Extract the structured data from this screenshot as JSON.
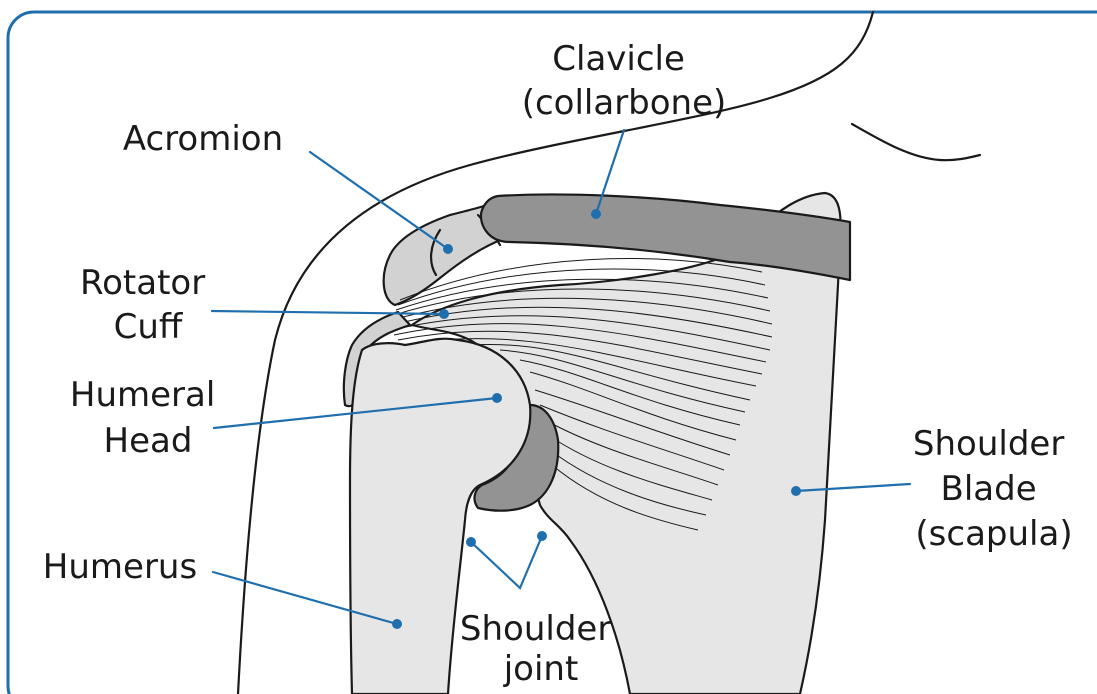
{
  "colors": {
    "frame": "#1f6fae",
    "leader": "#1f6fae",
    "bone_light": "#e6e6e6",
    "bone_dark": "#939393",
    "outline": "#1a1a1a"
  },
  "labels": {
    "clavicle": [
      "Clavicle",
      "(collarbone)"
    ],
    "acromion": [
      "Acromion"
    ],
    "rotator_cuff": [
      "Rotator",
      "Cuff"
    ],
    "humeral_head": [
      "Humeral",
      "Head"
    ],
    "shoulder_blade": [
      "Shoulder",
      "Blade",
      "(scapula)"
    ],
    "humerus": [
      "Humerus"
    ],
    "shoulder_joint": [
      "Shoulder",
      "joint"
    ]
  }
}
